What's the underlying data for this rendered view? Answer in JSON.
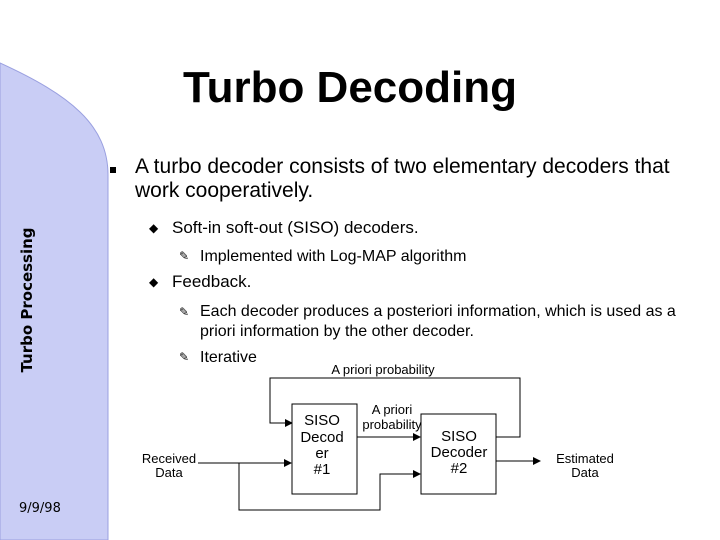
{
  "slide": {
    "title": "Turbo Decoding",
    "side_title": "Turbo Processing",
    "date": "9/9/98"
  },
  "bullets": {
    "main": "A turbo decoder consists of two elementary decoders that work cooperatively.",
    "siso": "Soft-in soft-out (SISO) decoders.",
    "log_map": "Implemented with Log-MAP algorithm",
    "feedback": "Feedback.",
    "each_decoder": "Each decoder produces a posteriori information, which is used as a priori information by the other decoder.",
    "iterative": "Iterative"
  },
  "diagram": {
    "a_priori_top": "A priori probability",
    "a_priori_mid_1": "A priori",
    "a_priori_mid_2": "probability",
    "received_1": "Received",
    "received_2": "Data",
    "siso1_1": "SISO",
    "siso1_2": "Decod",
    "siso1_3": "er",
    "siso1_4": "#1",
    "siso2_1": "SISO",
    "siso2_2": "Decoder",
    "siso2_3": "#2",
    "estimated_1": "Estimated",
    "estimated_2": "Data"
  },
  "colors": {
    "sidebar_fill": "#c9cdf5",
    "text": "#000000"
  }
}
